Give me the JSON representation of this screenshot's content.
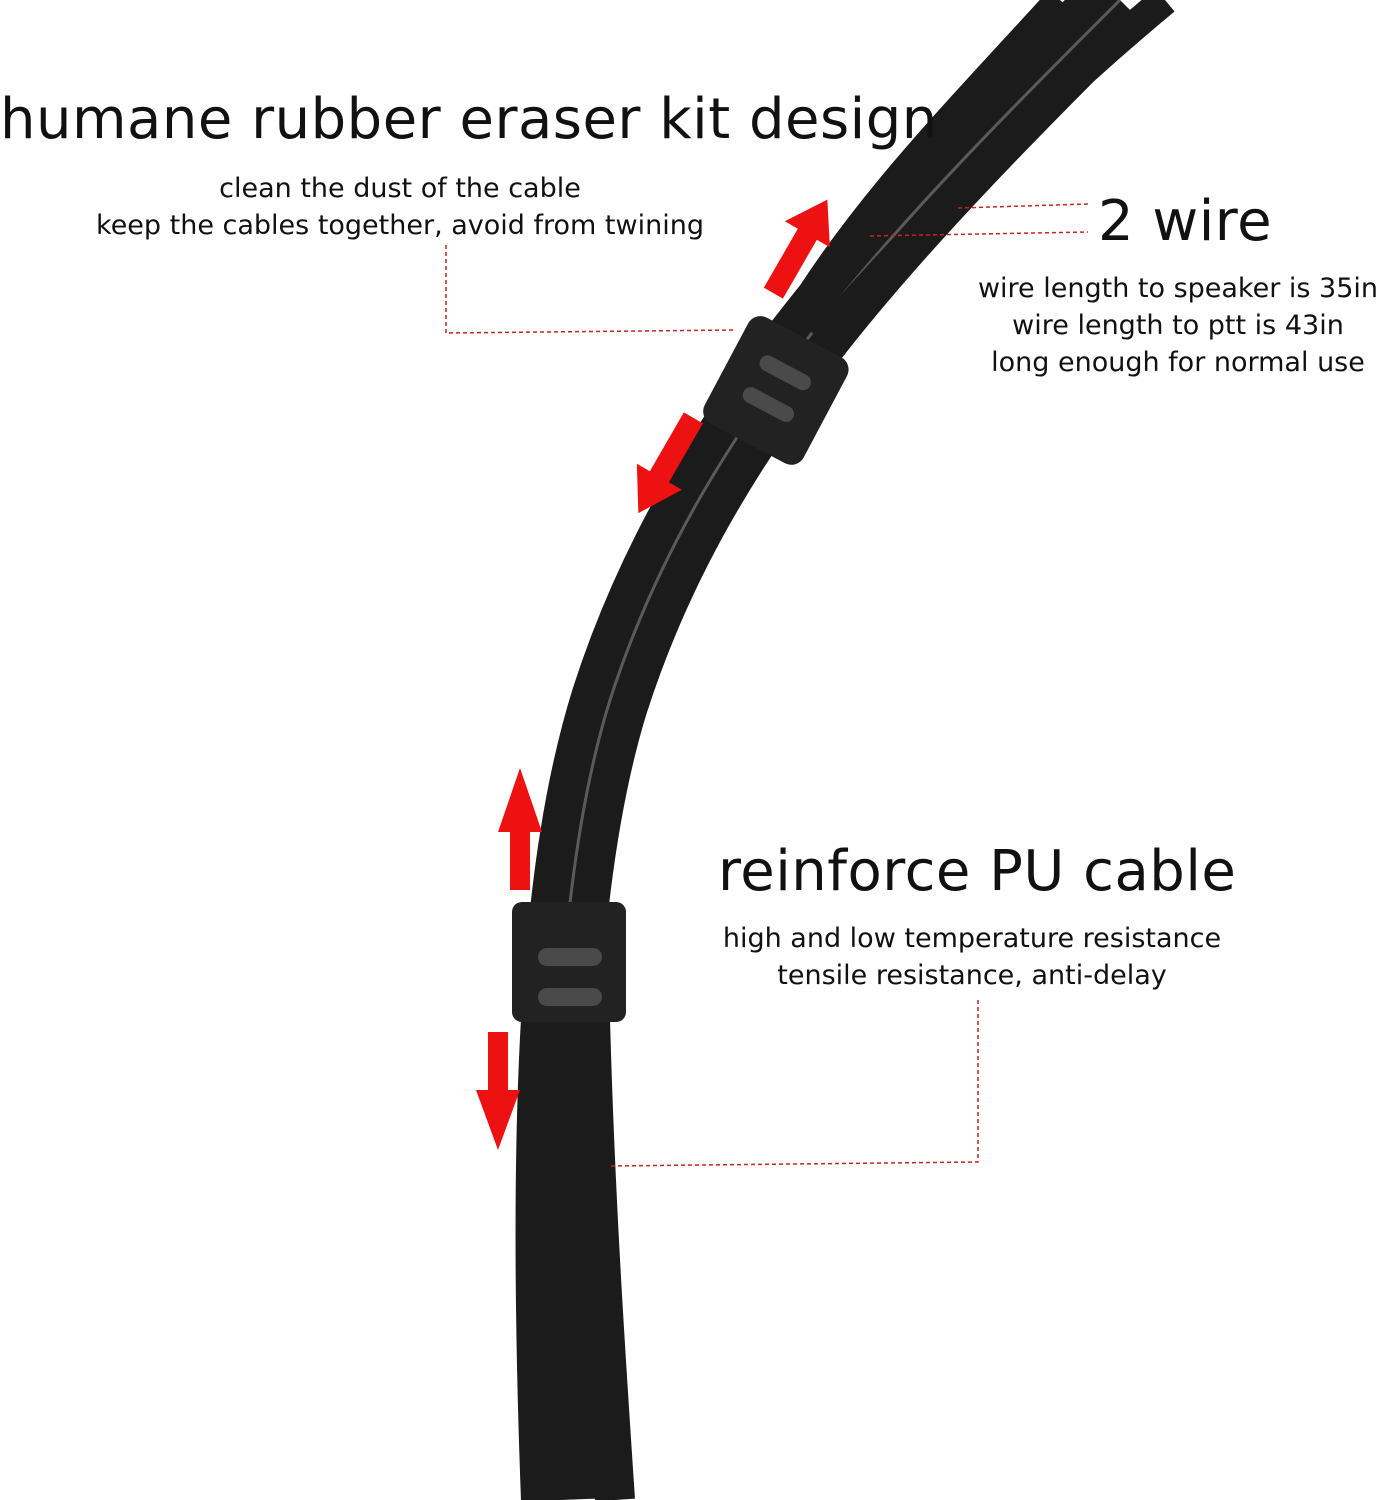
{
  "colors": {
    "background": "#ffffff",
    "cable": "#1b1b1b",
    "cable_highlight": "#5a5a5a",
    "clip": "#222222",
    "arrow": "#ee1111",
    "leader_line": "#cc2222"
  },
  "icons": {
    "arrows": "red-arrow-icon",
    "clips": "cable-clip"
  },
  "callouts": {
    "eraser_kit": {
      "title": "humane rubber eraser kit design",
      "lines": [
        "clean the dust of the cable",
        "keep the cables together, avoid from twining"
      ]
    },
    "two_wire": {
      "title": "2 wire",
      "lines": [
        "wire length to speaker is 35in",
        "wire length to ptt is 43in",
        "long enough for normal use"
      ]
    },
    "pu_cable": {
      "title": "reinforce PU cable",
      "lines": [
        "high and low temperature resistance",
        "tensile resistance, anti-delay"
      ]
    }
  }
}
